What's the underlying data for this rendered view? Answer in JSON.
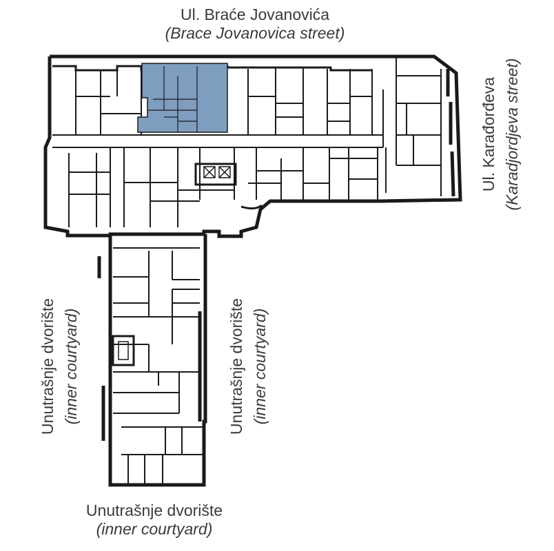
{
  "labels": {
    "top": {
      "name": "Ul. Braće Jovanovića",
      "translation": "(Brace Jovanovica street)"
    },
    "right": {
      "name": "Ul. Karađorđeva",
      "translation": "(Karadjordjeva street)"
    },
    "left_courtyard": {
      "name": "Unutrašnje dvorište",
      "translation": "(inner courtyard)"
    },
    "middle_courtyard": {
      "name": "Unutrašnje dvorište",
      "translation": "(inner courtyard)"
    },
    "bottom_courtyard": {
      "name": "Unutrašnje dvorište",
      "translation": "(inner courtyard)"
    }
  },
  "colors": {
    "highlight_fill": "#7f9dbf",
    "wall": "#1a1a1a",
    "text": "#3a3a3a"
  }
}
